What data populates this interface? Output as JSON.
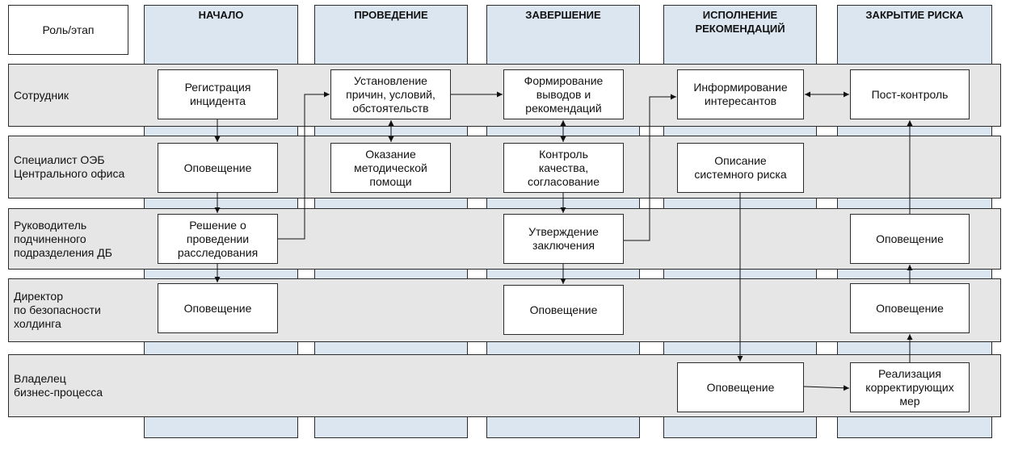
{
  "corner": {
    "label": "Роль/этап"
  },
  "columns": [
    {
      "label": "НАЧАЛО"
    },
    {
      "label": "ПРОВЕДЕНИЕ"
    },
    {
      "label": "ЗАВЕРШЕНИЕ"
    },
    {
      "label": "ИСПОЛНЕНИЕ\nРЕКОМЕНДАЦИЙ"
    },
    {
      "label": "ЗАКРЫТИЕ РИСКА"
    }
  ],
  "lanes": [
    {
      "label": "Сотрудник"
    },
    {
      "label": "Специалист ОЭБ\nЦентрального офиса"
    },
    {
      "label": "Руководитель\nподчиненного\nподразделения ДБ"
    },
    {
      "label": "Директор\nпо безопасности\nхолдинга"
    },
    {
      "label": "Владелец\nбизнес-процесса"
    }
  ],
  "boxes": {
    "registration": "Регистрация\nинцидента",
    "establish_causes": "Установление\nпричин, условий,\nобстоятельств",
    "conclusions": "Формирование\nвыводов и\nрекомендаций",
    "inform_stakeholders": "Информирование\nинтересантов",
    "post_control": "Пост-контроль",
    "notify_specialist": "Оповещение",
    "methodical_help": "Оказание\nметодической\nпомощи",
    "quality_control": "Контроль\nкачества,\nсогласование",
    "system_risk": "Описание\nсистемного риска",
    "investigation_decision": "Решение о\nпроведении\nрасследования",
    "approve_conclusion": "Утверждение\nзаключения",
    "notify_head_close": "Оповещение",
    "notify_director_start": "Оповещение",
    "notify_director_finish": "Оповещение",
    "notify_director_close": "Оповещение",
    "notify_owner": "Оповещение",
    "corrective_measures": "Реализация\nкорректирующих\nмер"
  }
}
